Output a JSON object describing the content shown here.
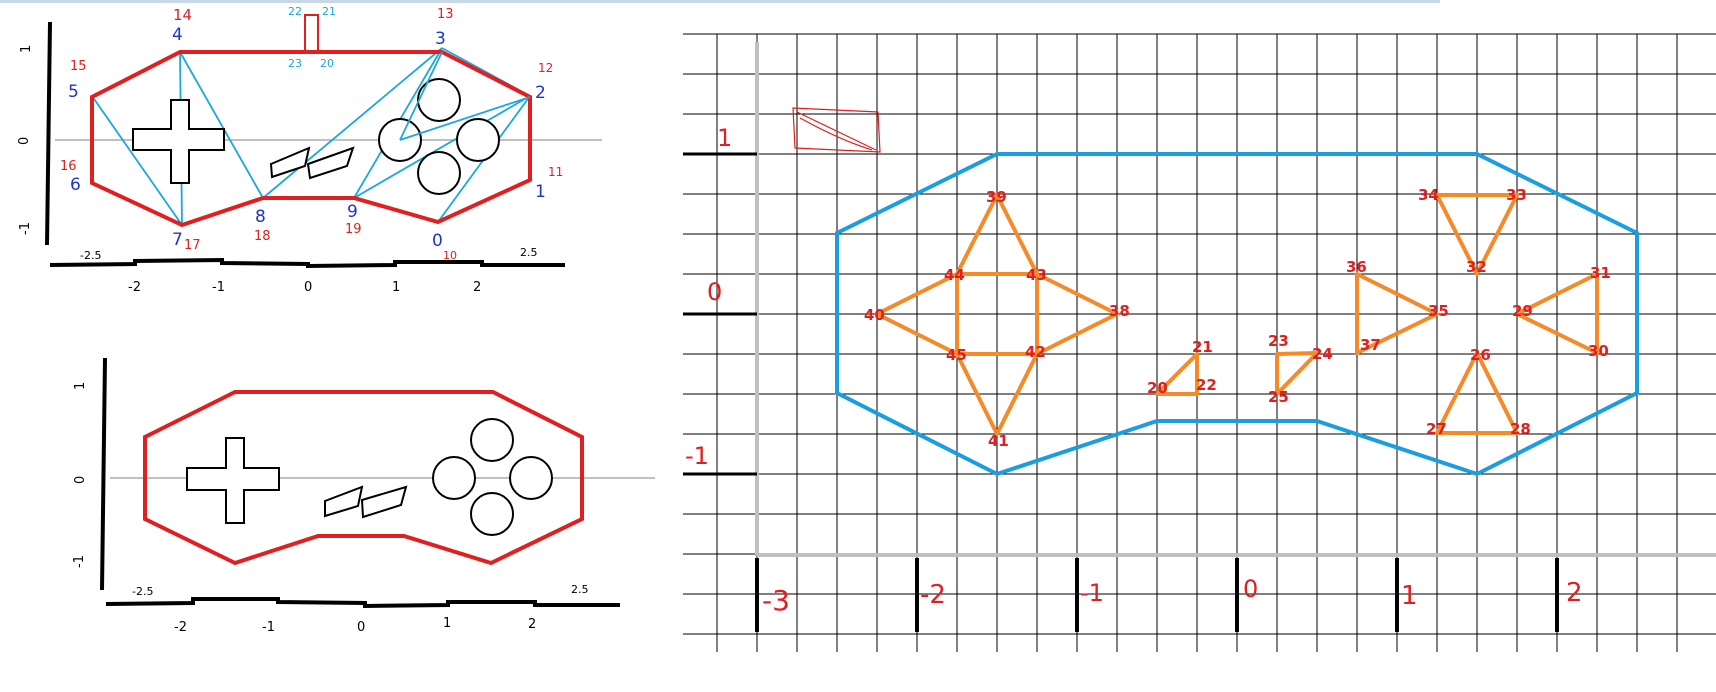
{
  "top_diagram": {
    "ytick_labels": [
      "1",
      "0",
      "-1"
    ],
    "xtick_labels": [
      "-2",
      "-1",
      "0",
      "1",
      "2"
    ],
    "end_labels": [
      "-2.5",
      "2.5"
    ],
    "vertex_labels": [
      {
        "blue": "4",
        "red": "14"
      },
      {
        "blue": "3",
        "red": "13"
      },
      {
        "blue": "2",
        "red": "12"
      },
      {
        "blue": "1",
        "red": "11"
      },
      {
        "blue": "0",
        "red": "10"
      },
      {
        "blue": "9",
        "red": "19"
      },
      {
        "blue": "8",
        "red": "18"
      },
      {
        "blue": "7",
        "red": "17"
      },
      {
        "blue": "6",
        "red": "16"
      },
      {
        "blue": "5",
        "red": "15"
      }
    ],
    "slot_labels": [
      "22",
      "21",
      "23",
      "20"
    ]
  },
  "bottom_diagram": {
    "ytick_labels": [
      "1",
      "0",
      "-1"
    ],
    "xtick_labels": [
      "-2",
      "-1",
      "0",
      "1",
      "2"
    ],
    "end_labels": [
      "-2.5",
      "2.5"
    ]
  },
  "grid_diagram": {
    "ytick_labels": [
      "1",
      "0",
      "-1"
    ],
    "xtick_labels": [
      "-3",
      "-2",
      "-1",
      "0",
      "1",
      "2"
    ],
    "points": [
      "39",
      "44",
      "43",
      "40",
      "38",
      "45",
      "42",
      "41",
      "20",
      "21",
      "22",
      "23",
      "24",
      "25",
      "36",
      "35",
      "37",
      "34",
      "33",
      "32",
      "31",
      "29",
      "30",
      "26",
      "27",
      "28"
    ]
  },
  "colors": {
    "outline_red": "#e02020",
    "wire_cyan": "#1aa7e0",
    "grid_outline_blue": "#1a9ee0",
    "triangle_orange": "#f48a28",
    "label_blue": "#1e35c8",
    "axis_gray": "#c0c0c0",
    "top_strip": "#c8d8e8"
  }
}
